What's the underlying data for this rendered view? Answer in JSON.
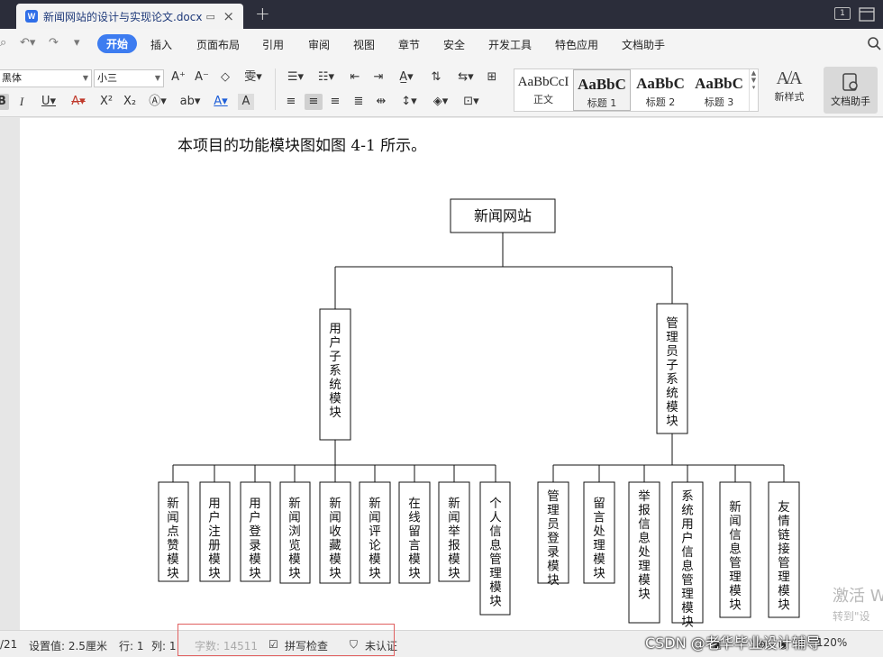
{
  "titlebar": {
    "doc_tab_title": "新闻网站的设计与实现论文.docx",
    "window_count": "1"
  },
  "menu": {
    "items": [
      "开始",
      "插入",
      "页面布局",
      "引用",
      "审阅",
      "视图",
      "章节",
      "安全",
      "开发工具",
      "特色应用",
      "文档助手"
    ],
    "active": "开始"
  },
  "ribbon": {
    "font_name": "黑体",
    "font_size": "小三",
    "styles": [
      {
        "preview": "AaBbCcI",
        "label": "正文"
      },
      {
        "preview": "AaBbC",
        "label": "标题 1"
      },
      {
        "preview": "AaBbC",
        "label": "标题 2"
      },
      {
        "preview": "AaBbC",
        "label": "标题 3"
      }
    ],
    "new_style_label": "新样式",
    "doc_helper_label": "文档助手"
  },
  "document": {
    "intro_text": "本项目的功能模块图如图 4-1 所示。",
    "diagram": {
      "root": "新闻网站",
      "level1": [
        "用户子系统模块",
        "管理员子系统模块"
      ],
      "user_modules": [
        "新闻点赞模块",
        "用户注册模块",
        "用户登录模块",
        "新闻浏览模块",
        "新闻收藏模块",
        "新闻评论模块",
        "在线留言模块",
        "新闻举报模块",
        "个人信息管理模块"
      ],
      "admin_modules": [
        "管理员登录模块",
        "留言处理模块",
        "举报信息处理模块",
        "系统用户信息管理模块",
        "新闻信息管理模块",
        "友情链接管理模块"
      ]
    },
    "watermark_line1": "激活 W",
    "watermark_line2": "转到\"设"
  },
  "statusbar": {
    "page": "/21",
    "setting": "设置值: 2.5厘米",
    "row": "行: 1",
    "col": "列: 1",
    "word_count": "字数: 14511",
    "spell_check": "拼写检查",
    "uncertified": "未认证",
    "zoom": "120%",
    "csdn_watermark": "CSDN @老华毕业设计辅导"
  }
}
